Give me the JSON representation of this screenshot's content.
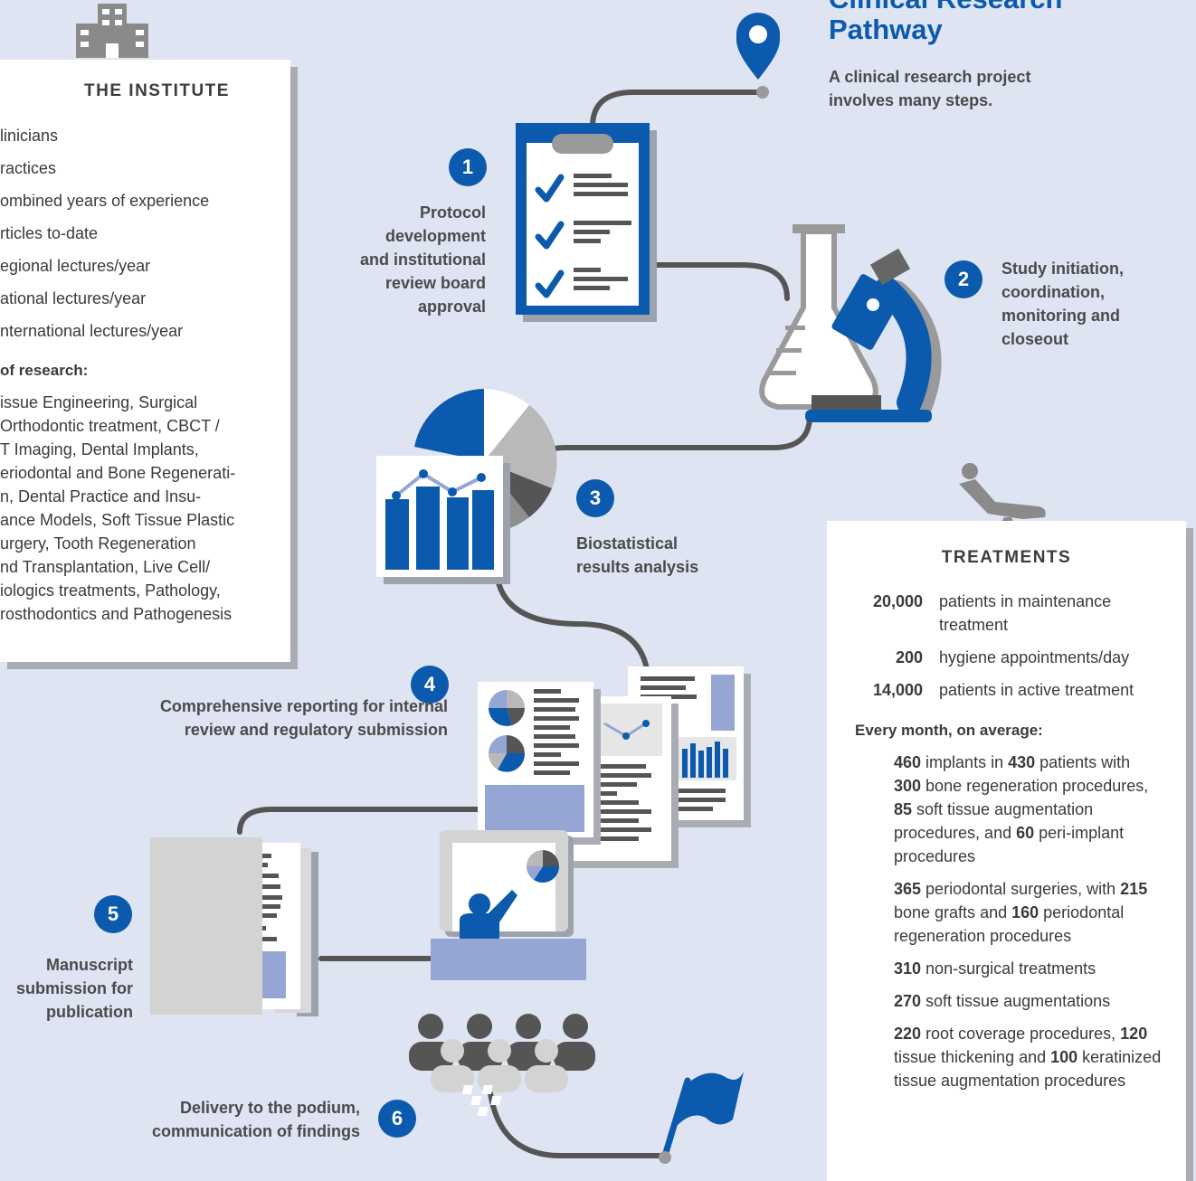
{
  "header": {
    "title_line1": "Clinical Research",
    "title_line2": "Pathway",
    "subtitle_line1": "A clinical research project",
    "subtitle_line2": "involves many steps."
  },
  "institute": {
    "title": "THE INSTITUTE",
    "items": [
      "linicians",
      "ractices",
      "ombined years of experience",
      "rticles to-date",
      "egional lectures/year",
      "ational lectures/year",
      "nternational lectures/year"
    ],
    "research_heading": "of research:",
    "research_lines": [
      "issue Engineering, Surgical",
      "Orthodontic treatment, CBCT /",
      "T Imaging, Dental Implants,",
      "eriodontal and Bone Regenerati-",
      "n, Dental Practice and Insu-",
      "ance Models, Soft Tissue Plastic",
      "urgery, Tooth Regeneration",
      "nd Transplantation, Live Cell/",
      "iologics treatments, Pathology,",
      "rosthodontics and Pathogenesis"
    ]
  },
  "steps": [
    {
      "num": "1",
      "lines": [
        "Protocol",
        "development",
        "and institutional",
        "review board",
        "approval"
      ]
    },
    {
      "num": "2",
      "lines": [
        "Study initiation,",
        "coordination,",
        "monitoring and",
        "closeout"
      ]
    },
    {
      "num": "3",
      "lines": [
        "Biostatistical",
        "results analysis"
      ]
    },
    {
      "num": "4",
      "lines": [
        "Comprehensive reporting for internal",
        "review and regulatory submission"
      ]
    },
    {
      "num": "5",
      "lines": [
        "Manuscript",
        "submission for",
        "publication"
      ]
    },
    {
      "num": "6",
      "lines": [
        "Delivery to the podium,",
        "communication of findings"
      ]
    }
  ],
  "treatments": {
    "title": "TREATMENTS",
    "rows": [
      {
        "num": "20,000",
        "text": "patients in maintenance treatment"
      },
      {
        "num": "200",
        "text": "hygiene appointments/day"
      },
      {
        "num": "14,000",
        "text": "patients in active treatment"
      }
    ],
    "monthly_heading": "Every month, on average:",
    "monthly": [
      [
        "460",
        " implants in ",
        "430",
        " patients with ",
        "300",
        " bone regeneration procedures, ",
        "85",
        " soft tissue augmentation procedures, and ",
        "60",
        " peri-implant procedures"
      ],
      [
        "365",
        " periodontal surgeries, with ",
        "215",
        " bone grafts and ",
        "160",
        " periodontal regeneration procedures"
      ],
      [
        "310",
        " non-surgical treatments"
      ],
      [
        "270",
        " soft tissue augmentations"
      ],
      [
        "220",
        " root coverage procedures, ",
        "120",
        " tissue thickening and ",
        "100",
        " keratinized tissue augmentation procedures"
      ]
    ]
  },
  "icons": {
    "building": "building-icon",
    "location_pin": "location-pin-icon",
    "clipboard": "clipboard-checklist-icon",
    "microscope": "microscope-flask-icon",
    "charts": "chart-report-icon",
    "documents": "documents-icon",
    "manuscript": "manuscript-icon",
    "podium": "presentation-audience-icon",
    "flag": "finish-flag-icon",
    "dental_chair": "dental-chair-icon"
  },
  "colors": {
    "background": "#dfe4f2",
    "accent_blue": "#0b5aad",
    "light_blue": "#95a6d5",
    "path_line": "#555555",
    "card": "#ffffff",
    "shadow": "#a9acb2"
  }
}
